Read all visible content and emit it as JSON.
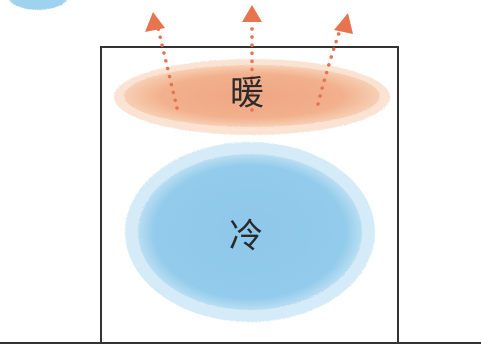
{
  "warm_layer": {
    "label": "暖",
    "color": "#f3b48c"
  },
  "cold_layer": {
    "label": "冷",
    "color": "#8cc8ea"
  },
  "arrows": {
    "color": "#e8734f",
    "count": 3
  },
  "outline_color": "#333333"
}
